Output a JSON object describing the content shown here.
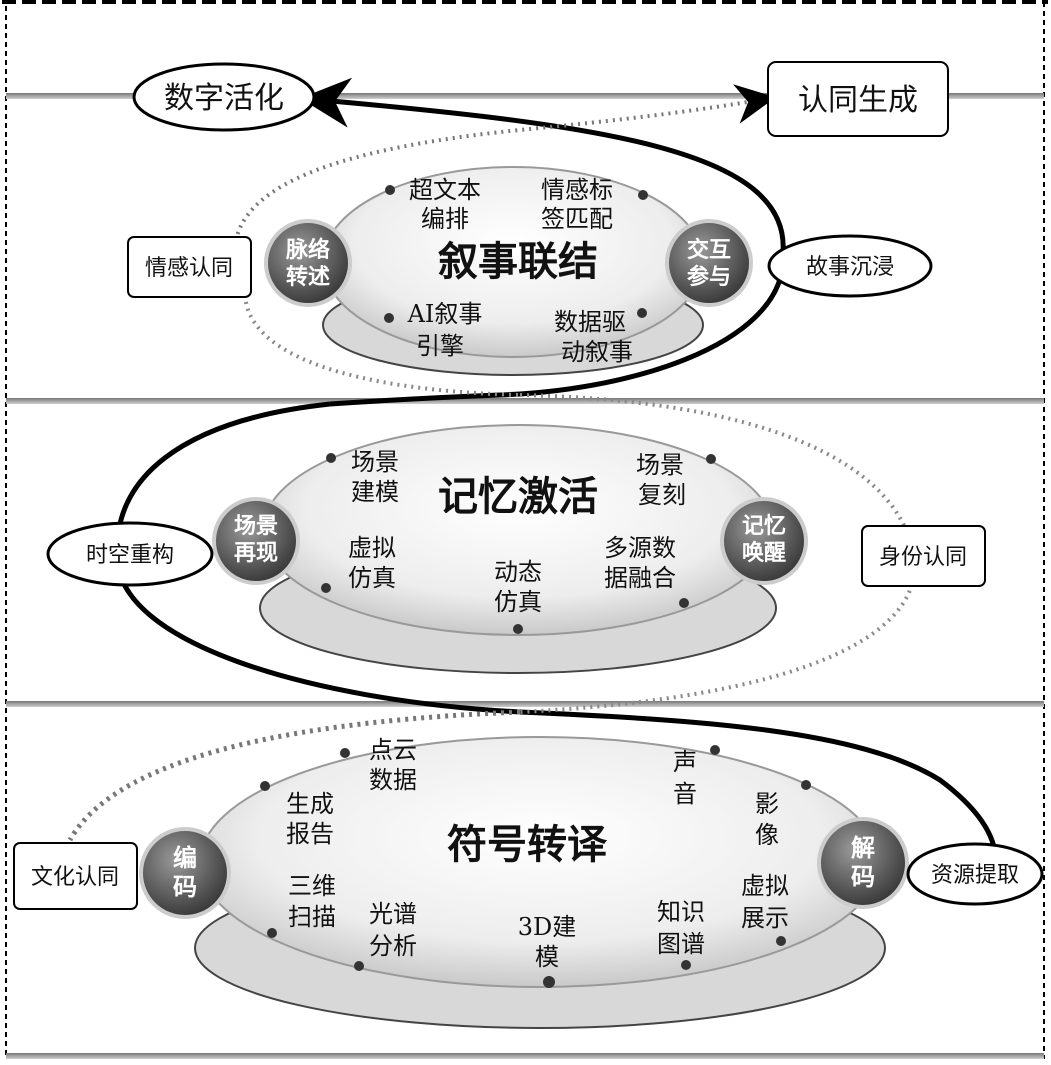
{
  "top": {
    "digital": "数字活化",
    "identity_gen": "认同生成"
  },
  "layer1": {
    "title": "叙事联结",
    "left_node": [
      "脉络",
      "转述"
    ],
    "right_node": [
      "交互",
      "参与"
    ],
    "left_label": "情感认同",
    "right_label": "故事沉浸",
    "items": [
      [
        "超文本",
        "编排"
      ],
      [
        "情感标",
        "签匹配"
      ],
      [
        "AI叙事",
        "引擎"
      ],
      [
        "数据驱",
        "动叙事"
      ]
    ]
  },
  "layer2": {
    "title": "记忆激活",
    "left_node": [
      "场景",
      "再现"
    ],
    "right_node": [
      "记忆",
      "唤醒"
    ],
    "left_label": "时空重构",
    "right_label": "身份认同",
    "items": [
      [
        "场景",
        "建模"
      ],
      [
        "场景",
        "复刻"
      ],
      [
        "虚拟",
        "仿真"
      ],
      [
        "动态",
        "仿真"
      ],
      [
        "多源数",
        "据融合"
      ]
    ]
  },
  "layer3": {
    "title": "符号转译",
    "left_node": [
      "编",
      "码"
    ],
    "right_node": [
      "解",
      "码"
    ],
    "left_label": "文化认同",
    "right_label": "资源提取",
    "items": [
      [
        "点云",
        "数据"
      ],
      [
        "声",
        "音"
      ],
      [
        "生成",
        "报告"
      ],
      [
        "影",
        "像"
      ],
      [
        "三维",
        "扫描"
      ],
      [
        "光谱",
        "分析"
      ],
      [
        "3D建",
        "模"
      ],
      [
        "知识",
        "图谱"
      ],
      [
        "虚拟",
        "展示"
      ]
    ]
  }
}
